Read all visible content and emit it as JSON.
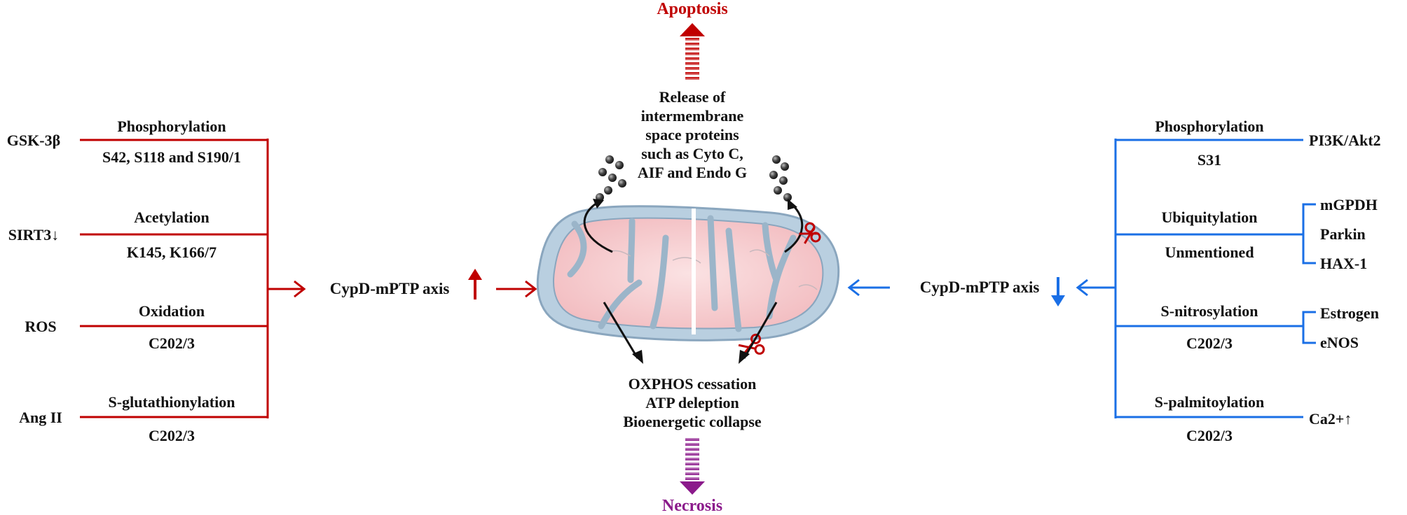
{
  "title_top": "Apoptosis",
  "title_bottom": "Necrosis",
  "release_lines": [
    "Release of",
    "intermembrane",
    "space proteins",
    "such as Cyto C,",
    "AIF and Endo G"
  ],
  "outcome_lines": [
    "OXPHOS  cessation",
    "ATP deleption",
    "Bioenergetic  collapse"
  ],
  "left_axis_label": "CypD-mPTP axis",
  "right_axis_label": "CypD-mPTP axis",
  "left": [
    {
      "source": "GSK-3β",
      "modification": "Phosphorylation",
      "site": "S42, S118 and S190/1"
    },
    {
      "source": "SIRT3↓",
      "modification": "Acetylation",
      "site": "K145, K166/7"
    },
    {
      "source": "ROS",
      "modification": "Oxidation",
      "site": "C202/3"
    },
    {
      "source": "Ang II",
      "modification": "S-glutathionylation",
      "site": "C202/3"
    }
  ],
  "right": [
    {
      "modification": "Phosphorylation",
      "site": "S31",
      "regulators": [
        "PI3K/Akt2"
      ]
    },
    {
      "modification": "Ubiquitylation",
      "site": "Unmentioned",
      "regulators": [
        "mGPDH",
        "Parkin",
        "HAX-1"
      ]
    },
    {
      "modification": "S-nitrosylation",
      "site": "C202/3",
      "regulators": [
        "Estrogen",
        "eNOS"
      ]
    },
    {
      "modification": "S-palmitoylation",
      "site": "C202/3",
      "regulators": [
        "Ca2+↑"
      ]
    }
  ],
  "colors": {
    "red": "#c00000",
    "blue": "#1a6fe6",
    "purple": "#8b1a8b",
    "membrane": "#a9c3d8",
    "matrix": "#f6cccf"
  }
}
